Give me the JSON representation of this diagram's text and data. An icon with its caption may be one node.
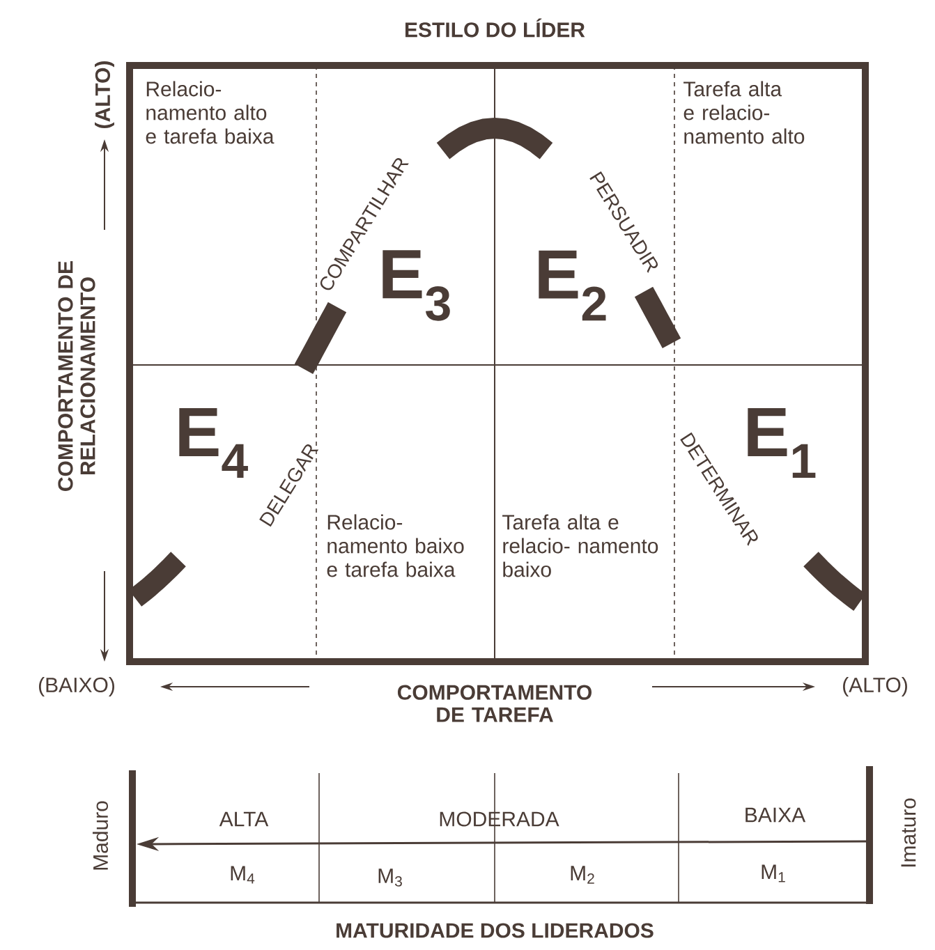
{
  "diagram": {
    "title": "ESTILO DO LÍDER",
    "labels": [
      "(ALTO)",
      "COMPORTAMENTO DE RELACIONAMENTO",
      "Relacio- namento alto e tarefa baixa",
      "COMPARTILHAR",
      "PERSUADIR",
      "Tarefa alta e relacio- namento alto",
      "E$_{3}$",
      "E$_{2}$",
      "E$_{4}$",
      "DELEGAR",
      "DETERMINAR",
      "E$_{1}$",
      "Relacio- namento baixo e tarefa baixa",
      "Tarefa alta e relacio- namento baixo",
      "(BAIXO)",
      "COMPORTAMENTO DE TAREFA",
      "(ALTO)",
      "Maduro",
      "ALTA",
      "MODERADA",
      "BAIXA",
      "Imaturo",
      "M$_{4}$",
      "M$_{3}$",
      "M$_{2}$",
      "M$_{1}$",
      "MATURIDADE DOS LIDERADOS"
    ]
  }
}
